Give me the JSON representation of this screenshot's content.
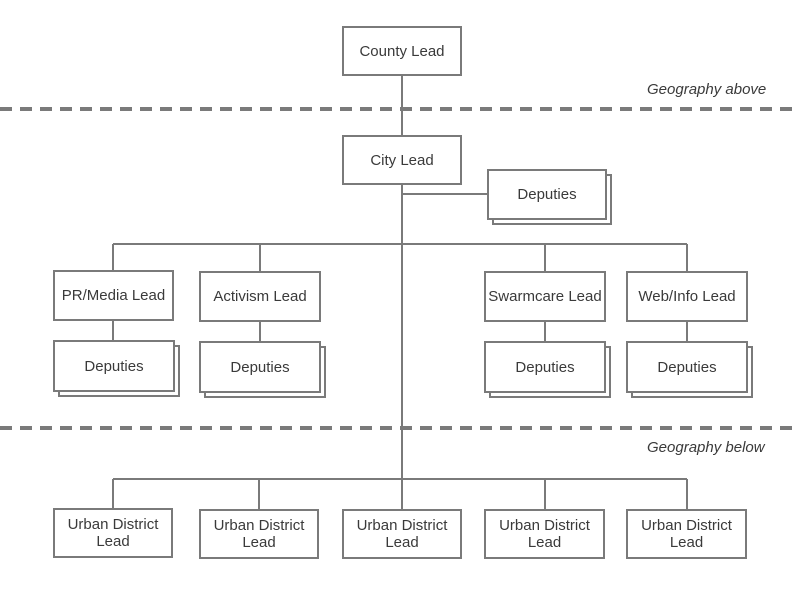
{
  "diagram": {
    "top": {
      "label": "County Lead"
    },
    "city": {
      "label": "City Lead"
    },
    "city_deputies": {
      "label": "Deputies"
    },
    "geography_above": "Geography above",
    "geography_below": "Geography below",
    "departments": [
      {
        "lead": "PR/Media Lead",
        "deputies": "Deputies"
      },
      {
        "lead": "Activism Lead",
        "deputies": "Deputies"
      },
      {
        "lead": "Swarmcare Lead",
        "deputies": "Deputies"
      },
      {
        "lead": "Web/Info Lead",
        "deputies": "Deputies"
      }
    ],
    "districts": [
      {
        "label": "Urban District Lead"
      },
      {
        "label": "Urban District Lead"
      },
      {
        "label": "Urban District Lead"
      },
      {
        "label": "Urban District Lead"
      },
      {
        "label": "Urban District Lead"
      }
    ]
  }
}
